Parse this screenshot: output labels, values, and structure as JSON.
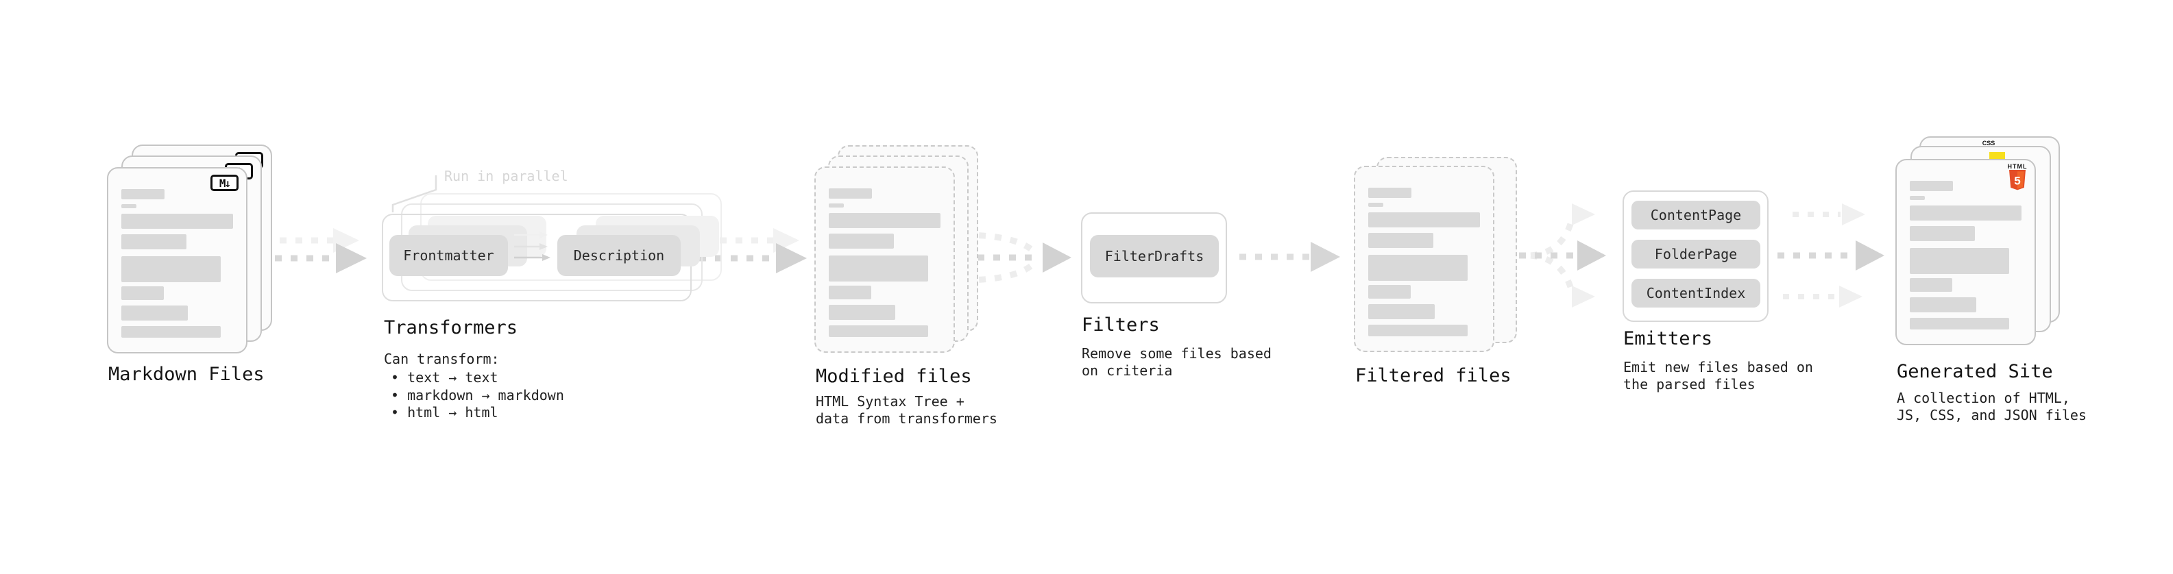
{
  "stages": {
    "markdown": {
      "label": "Markdown Files"
    },
    "transformers": {
      "label": "Transformers",
      "note": "Run in parallel",
      "node_a": "Frontmatter",
      "node_b": "Description",
      "desc_title": "Can transform:",
      "bullets": [
        "• text → text",
        "• markdown → markdown",
        "• html → html"
      ]
    },
    "modified": {
      "label": "Modified files",
      "desc": [
        "HTML Syntax Tree +",
        "data from transformers"
      ]
    },
    "filters": {
      "label": "Filters",
      "node": "FilterDrafts",
      "desc": [
        "Remove some files based",
        "on criteria"
      ]
    },
    "filtered": {
      "label": "Filtered files"
    },
    "emitters": {
      "label": "Emitters",
      "nodes": [
        "ContentPage",
        "FolderPage",
        "ContentIndex"
      ],
      "desc": [
        "Emit new files based on",
        "the parsed files"
      ]
    },
    "generated": {
      "label": "Generated Site",
      "desc": [
        "A collection of HTML,",
        "JS, CSS, and JSON files"
      ]
    }
  },
  "icons": {
    "markdown_badge": "M↓",
    "html5_wordmark": "HTML",
    "html5_numeral": "5",
    "css_wordmark": "CSS"
  },
  "colors": {
    "arrow": "#d4d4d4",
    "arrow_ghost": "#efefef",
    "pill_bg": "#dcdcdc",
    "skeleton": "#d9d9d9",
    "html5_orange": "#e44d26",
    "js_yellow": "#f7df1e",
    "css_blue": "#1572b6",
    "text": "#1a1a1a"
  },
  "file_card_skeleton": [
    [
      30,
      63,
      15
    ],
    [
      52,
      22,
      6
    ],
    [
      66,
      163,
      22
    ],
    [
      96,
      95,
      22
    ],
    [
      128,
      145,
      38
    ],
    [
      172,
      62,
      20
    ],
    [
      200,
      97,
      22
    ],
    [
      230,
      145,
      17
    ]
  ]
}
